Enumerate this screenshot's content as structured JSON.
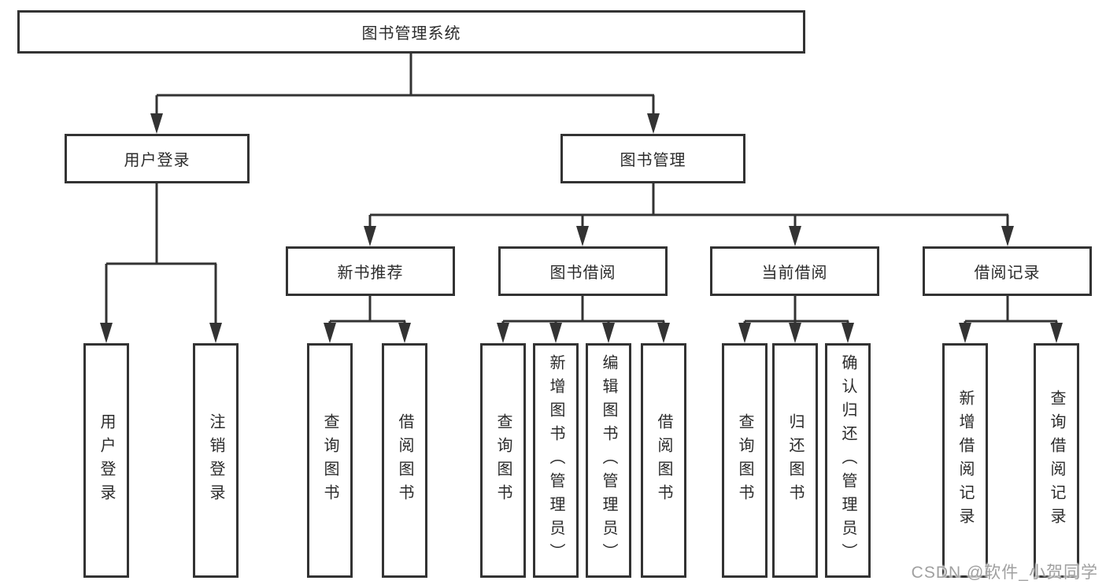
{
  "diagram": {
    "root": {
      "label": "图书管理系统"
    },
    "level2": [
      {
        "label": "用户登录"
      },
      {
        "label": "图书管理"
      }
    ],
    "level3": [
      {
        "label": "新书推荐"
      },
      {
        "label": "图书借阅"
      },
      {
        "label": "当前借阅"
      },
      {
        "label": "借阅记录"
      }
    ],
    "leaves": {
      "user_login": [
        {
          "label": "用户登录"
        },
        {
          "label": "注销登录"
        }
      ],
      "new_book_recommend": [
        {
          "label": "查询图书"
        },
        {
          "label": "借阅图书"
        }
      ],
      "book_borrow": [
        {
          "label": "查询图书"
        },
        {
          "label": "新增图书（管理员）"
        },
        {
          "label": "编辑图书（管理员）"
        },
        {
          "label": "借阅图书"
        }
      ],
      "current_borrow": [
        {
          "label": "查询图书"
        },
        {
          "label": "归还图书"
        },
        {
          "label": "确认归还（管理员）"
        }
      ],
      "borrow_record": [
        {
          "label": "新增借阅记录"
        },
        {
          "label": "查询借阅记录"
        }
      ]
    },
    "watermark": "CSDN @软件_小贺同学",
    "colors": {
      "line": "#333333",
      "text": "#2b2b2b",
      "watermark": "#a0a0a0",
      "background": "#ffffff"
    }
  }
}
